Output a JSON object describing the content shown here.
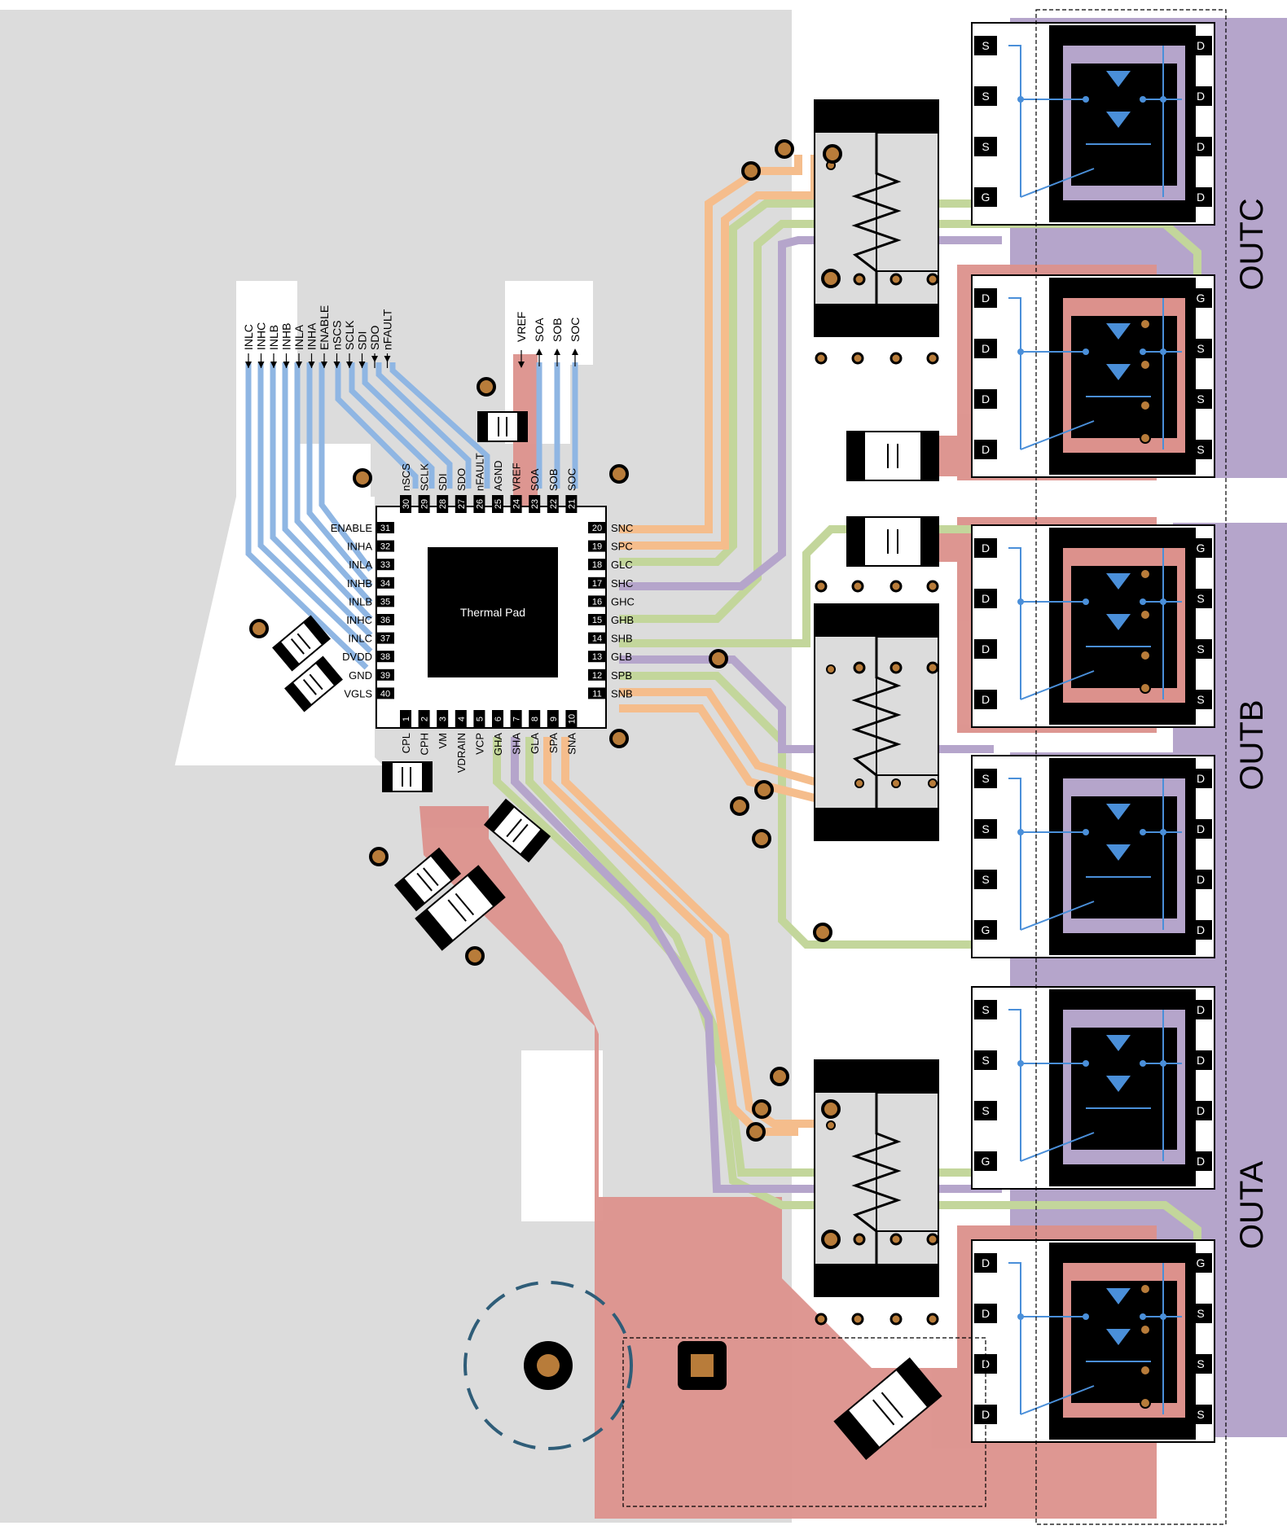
{
  "ic": {
    "center_label": "Thermal Pad",
    "left_pins": [
      {
        "num": "31",
        "name": "ENABLE"
      },
      {
        "num": "32",
        "name": "INHA"
      },
      {
        "num": "33",
        "name": "INLA"
      },
      {
        "num": "34",
        "name": "INHB"
      },
      {
        "num": "35",
        "name": "INLB"
      },
      {
        "num": "36",
        "name": "INHC"
      },
      {
        "num": "37",
        "name": "INLC"
      },
      {
        "num": "38",
        "name": "DVDD"
      },
      {
        "num": "39",
        "name": "GND"
      },
      {
        "num": "40",
        "name": "VGLS"
      }
    ],
    "right_pins": [
      {
        "num": "20",
        "name": "SNC"
      },
      {
        "num": "19",
        "name": "SPC"
      },
      {
        "num": "18",
        "name": "GLC"
      },
      {
        "num": "17",
        "name": "SHC"
      },
      {
        "num": "16",
        "name": "GHC"
      },
      {
        "num": "15",
        "name": "GHB"
      },
      {
        "num": "14",
        "name": "SHB"
      },
      {
        "num": "13",
        "name": "GLB"
      },
      {
        "num": "12",
        "name": "SPB"
      },
      {
        "num": "11",
        "name": "SNB"
      }
    ],
    "top_pins": [
      {
        "num": "30",
        "name": "nSCS"
      },
      {
        "num": "29",
        "name": "SCLK"
      },
      {
        "num": "28",
        "name": "SDI"
      },
      {
        "num": "27",
        "name": "SDO"
      },
      {
        "num": "26",
        "name": "nFAULT"
      },
      {
        "num": "25",
        "name": "AGND"
      },
      {
        "num": "24",
        "name": "VREF"
      },
      {
        "num": "23",
        "name": "SOA"
      },
      {
        "num": "22",
        "name": "SOB"
      },
      {
        "num": "21",
        "name": "SOC"
      }
    ],
    "bottom_pins": [
      {
        "num": "1",
        "name": "CPL"
      },
      {
        "num": "2",
        "name": "CPH"
      },
      {
        "num": "3",
        "name": "VM"
      },
      {
        "num": "4",
        "name": "VDRAIN"
      },
      {
        "num": "5",
        "name": "VCP"
      },
      {
        "num": "6",
        "name": "GHA"
      },
      {
        "num": "7",
        "name": "SHA"
      },
      {
        "num": "8",
        "name": "GLA"
      },
      {
        "num": "9",
        "name": "SPA"
      },
      {
        "num": "10",
        "name": "SNA"
      }
    ]
  },
  "input_signals": [
    "INLC",
    "INHC",
    "INLB",
    "INHB",
    "INLA",
    "INHA",
    "ENABLE",
    "nSCS",
    "SCLK",
    "SDI",
    "SDO",
    "nFAULT"
  ],
  "output_signals": [
    "VREF",
    "SOA",
    "SOB",
    "SOC"
  ],
  "outputs": [
    "OUTC",
    "OUTB",
    "OUTA"
  ],
  "fet_labels": {
    "source": "S",
    "drain": "D",
    "gate": "G"
  },
  "colors": {
    "board": "#dcdcdc",
    "power": "#dc918c",
    "phase": "#b5a5cb",
    "logic": "#8fb6e3",
    "gate": "#c3d69b",
    "sense": "#f5bd8c",
    "pad": "#000000",
    "via": "#b87c3a"
  }
}
